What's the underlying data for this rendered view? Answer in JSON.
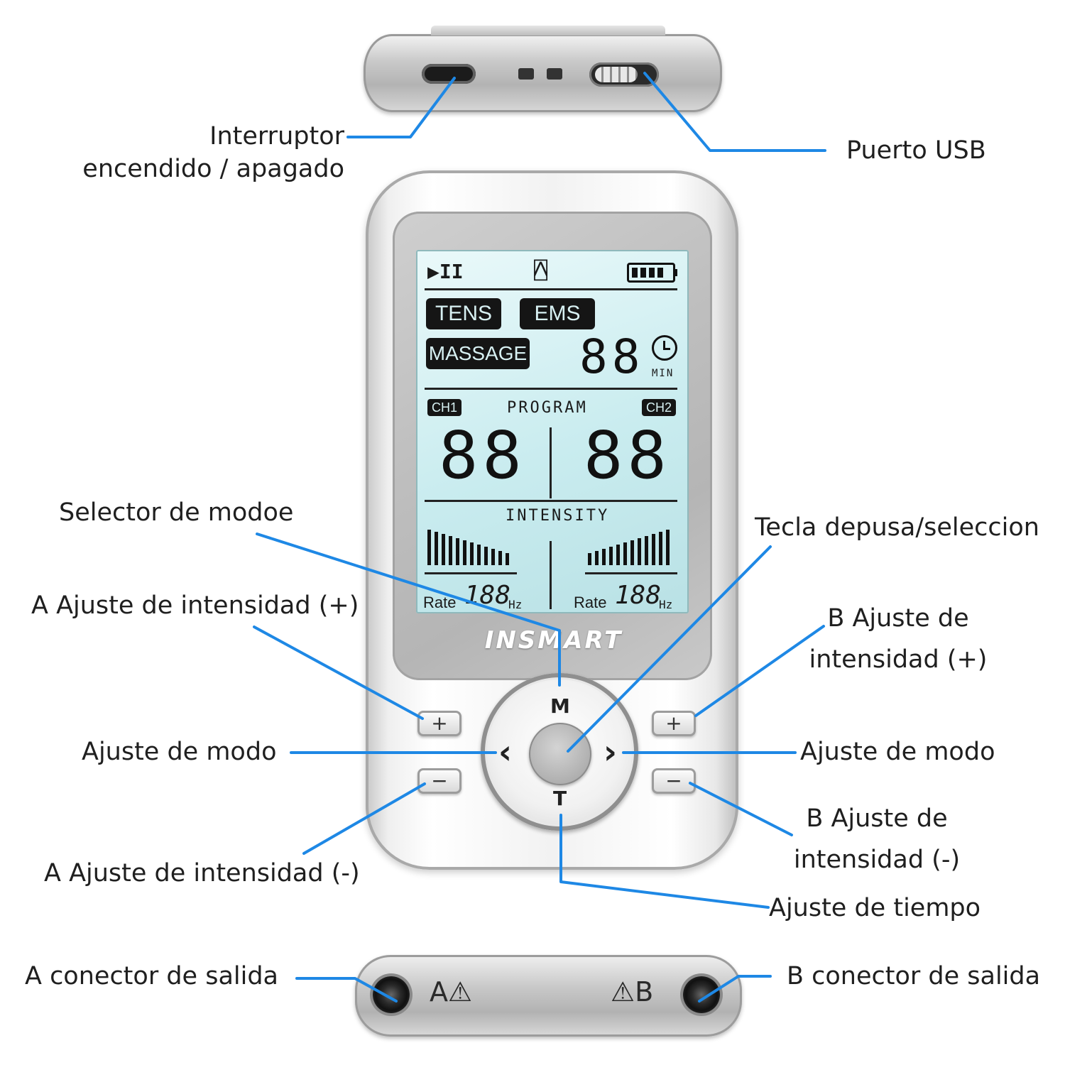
{
  "callouts": {
    "power_switch": [
      "Interruptor",
      "encendido / apagado"
    ],
    "usb_port": "Puerto USB",
    "mode_selector": "Selector de modoe",
    "pause_select_key": "Tecla depusa/seleccion",
    "a_intensity_plus": "A Ajuste de intensidad (+)",
    "b_intensity_plus": [
      "B Ajuste de",
      "intensidad (+)"
    ],
    "mode_adjust_left": "Ajuste de modo",
    "mode_adjust_right": "Ajuste de modo",
    "a_intensity_minus": "A Ajuste de intensidad (-)",
    "b_intensity_minus": [
      "B Ajuste de",
      "intensidad (-)"
    ],
    "time_adjust": "Ajuste de tiempo",
    "a_output_connector": "A conector de salida",
    "b_output_connector": "B conector de salida"
  },
  "device": {
    "brand": "INSMART",
    "lcd": {
      "play_pause": "▶II",
      "lock": "⍓",
      "modes": [
        "TENS",
        "EMS",
        "MASSAGE"
      ],
      "timer_value": "88",
      "timer_unit": "MIN",
      "ch1": "CH1",
      "ch2": "CH2",
      "program_label": "PROGRAM",
      "program_ch1": "88",
      "program_ch2": "88",
      "intensity_label": "INTENSITY",
      "rate_label": "Rate",
      "rate_value": "188",
      "rate_unit": "Hz"
    },
    "buttons": {
      "plus": "+",
      "minus": "−",
      "dpad_up": "M",
      "dpad_down": "T",
      "dpad_left": "‹",
      "dpad_right": "›"
    },
    "bottom": {
      "jack_a": "A⚠",
      "jack_b": "⚠B"
    }
  },
  "colors": {
    "callout_line": "#1e88e5",
    "lcd_background": "#c9ecef"
  }
}
